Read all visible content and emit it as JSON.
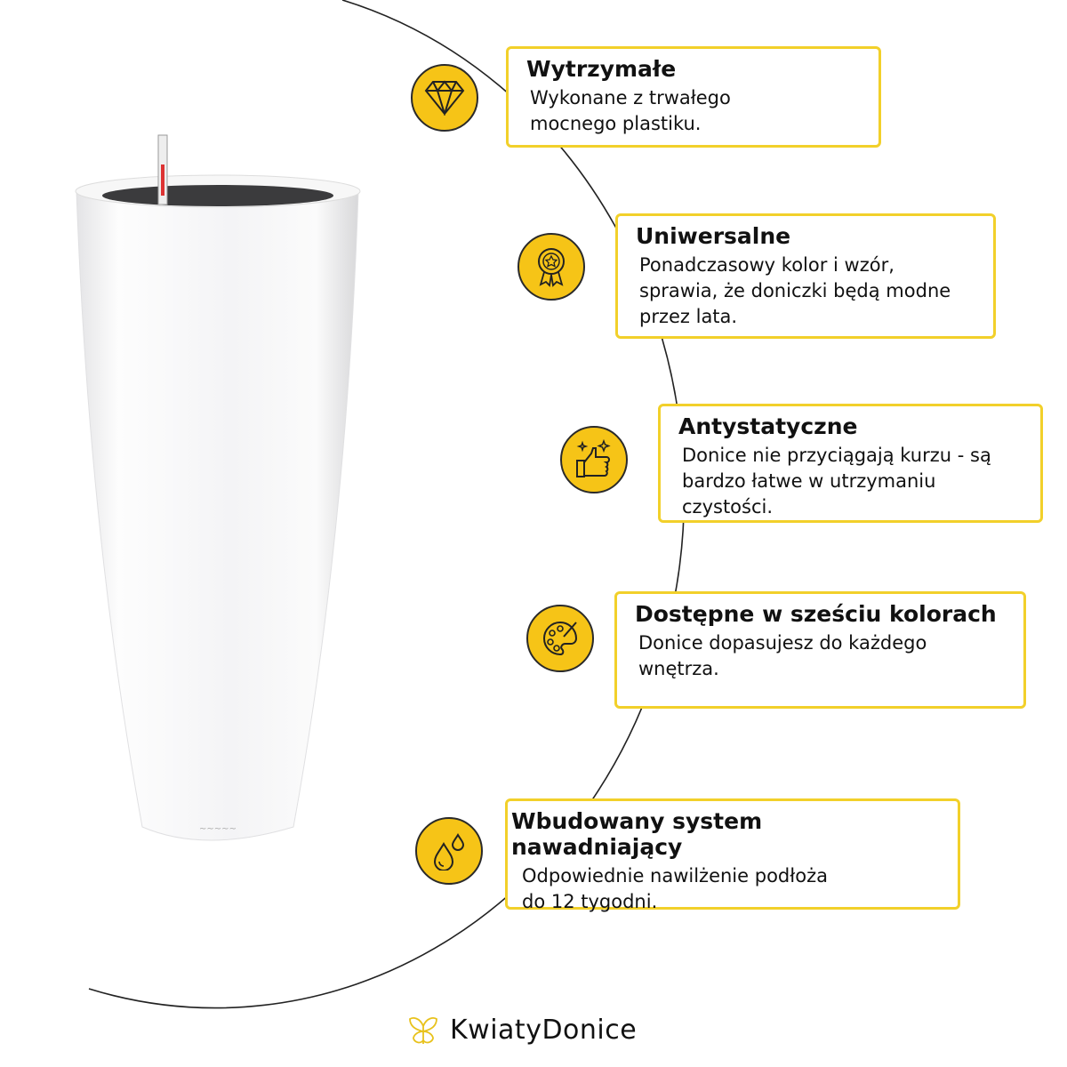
{
  "features": [
    {
      "title": "Wytrzymałe",
      "text": "Wykonane z trwałego\nmocnego plastiku.",
      "icon": "diamond-icon"
    },
    {
      "title": "Uniwersalne",
      "text": "Ponadczasowy kolor i wzór,\nsprawia, że doniczki będą modne\nprzez lata.",
      "icon": "award-medal-icon"
    },
    {
      "title": "Antystatyczne",
      "text": "Donice nie przyciągają kurzu - są\nbardzo łatwe w utrzymaniu\nczystości.",
      "icon": "thumbs-up-sparkle-icon"
    },
    {
      "title": "Dostępne w sześciu kolorach",
      "text": "Donice dopasujesz do każdego\nwnętrza.",
      "icon": "palette-icon"
    },
    {
      "title": "Wbudowany system nawadniający",
      "text": "Odpowiednie nawilżenie podłoża\ndo 12 tygodni.",
      "icon": "water-drops-icon"
    }
  ],
  "brand": {
    "name": "KwiatyDonice"
  },
  "colors": {
    "accent": "#f6c417",
    "border": "#f2d02a"
  }
}
